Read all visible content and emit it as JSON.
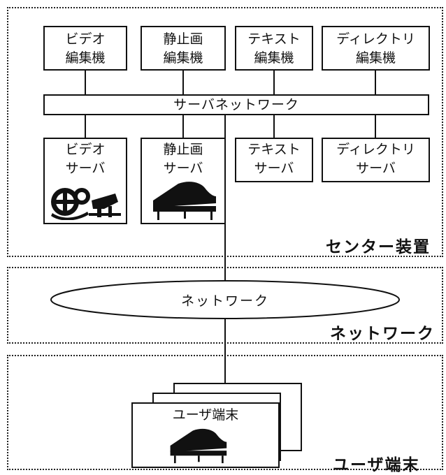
{
  "center": {
    "label": "センター装置",
    "editors": [
      {
        "line1": "ビデオ",
        "line2": "編集機"
      },
      {
        "line1": "静止画",
        "line2": "編集機"
      },
      {
        "line1": "テキスト",
        "line2": "編集機"
      },
      {
        "line1": "ディレクトリ",
        "line2": "編集機"
      }
    ],
    "bus_label": "サーバネットワーク",
    "servers": [
      {
        "line1": "ビデオ",
        "line2": "サーバ",
        "icon": "film-projector-icon"
      },
      {
        "line1": "静止画",
        "line2": "サーバ",
        "icon": "piano-icon"
      },
      {
        "line1": "テキスト",
        "line2": "サーバ"
      },
      {
        "line1": "ディレクトリ",
        "line2": "サーバ"
      }
    ]
  },
  "network": {
    "label": "ネットワーク",
    "ellipse_label": "ネットワーク"
  },
  "user": {
    "label": "ユーザ端末",
    "terminal_label": "ユーザ端末",
    "icon": "piano-icon"
  }
}
